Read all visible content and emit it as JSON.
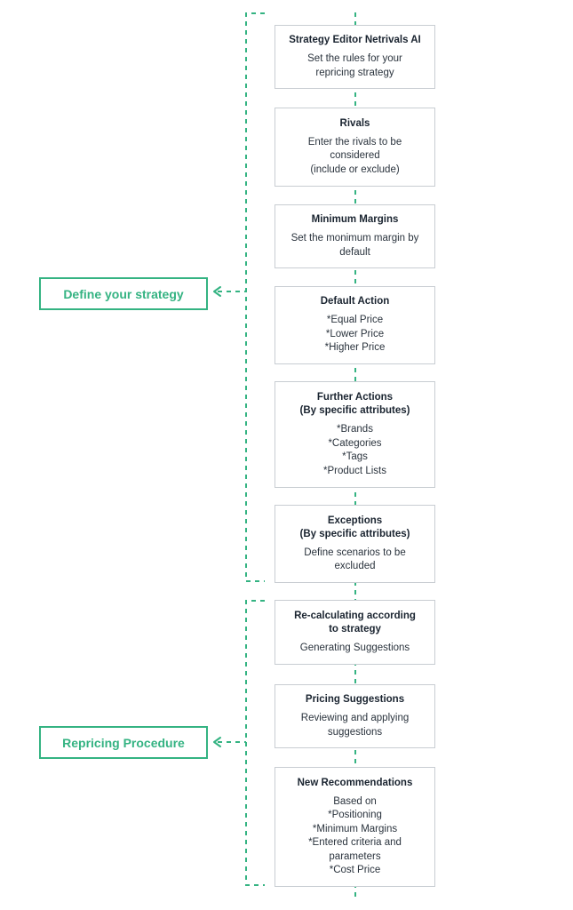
{
  "colors": {
    "accent": "#34b382",
    "box_border": "#c8cdd2",
    "text": "#1a2430"
  },
  "phases": [
    {
      "label": "Define your strategy"
    },
    {
      "label": "Repricing Procedure"
    }
  ],
  "steps": [
    {
      "title": "Strategy Editor Netrivals AI",
      "desc": [
        "Set the rules for your",
        "repricing strategy"
      ]
    },
    {
      "title": "Rivals",
      "desc": [
        "Enter the rivals to be",
        "considered",
        "(include or exclude)"
      ]
    },
    {
      "title": "Minimum Margins",
      "desc": [
        "Set the monimum margin by",
        "default"
      ]
    },
    {
      "title": "Default Action",
      "desc": [
        "*Equal Price",
        "*Lower Price",
        "*Higher Price"
      ]
    },
    {
      "title": "Further Actions",
      "subtitle": "(By specific attributes)",
      "desc": [
        "*Brands",
        "*Categories",
        "*Tags",
        "*Product Lists"
      ]
    },
    {
      "title": "Exceptions",
      "subtitle": "(By specific attributes)",
      "desc": [
        "Define scenarios to be",
        "excluded"
      ]
    },
    {
      "title": "Re-calculating according",
      "subtitle": "to strategy",
      "desc": [
        "Generating Suggestions"
      ]
    },
    {
      "title": "Pricing Suggestions",
      "desc": [
        "Reviewing and applying",
        "suggestions"
      ]
    },
    {
      "title": "New Recommendations",
      "desc": [
        "Based on",
        "*Positioning",
        "*Minimum Margins",
        "*Entered criteria and",
        "parameters",
        "*Cost Price"
      ]
    }
  ]
}
